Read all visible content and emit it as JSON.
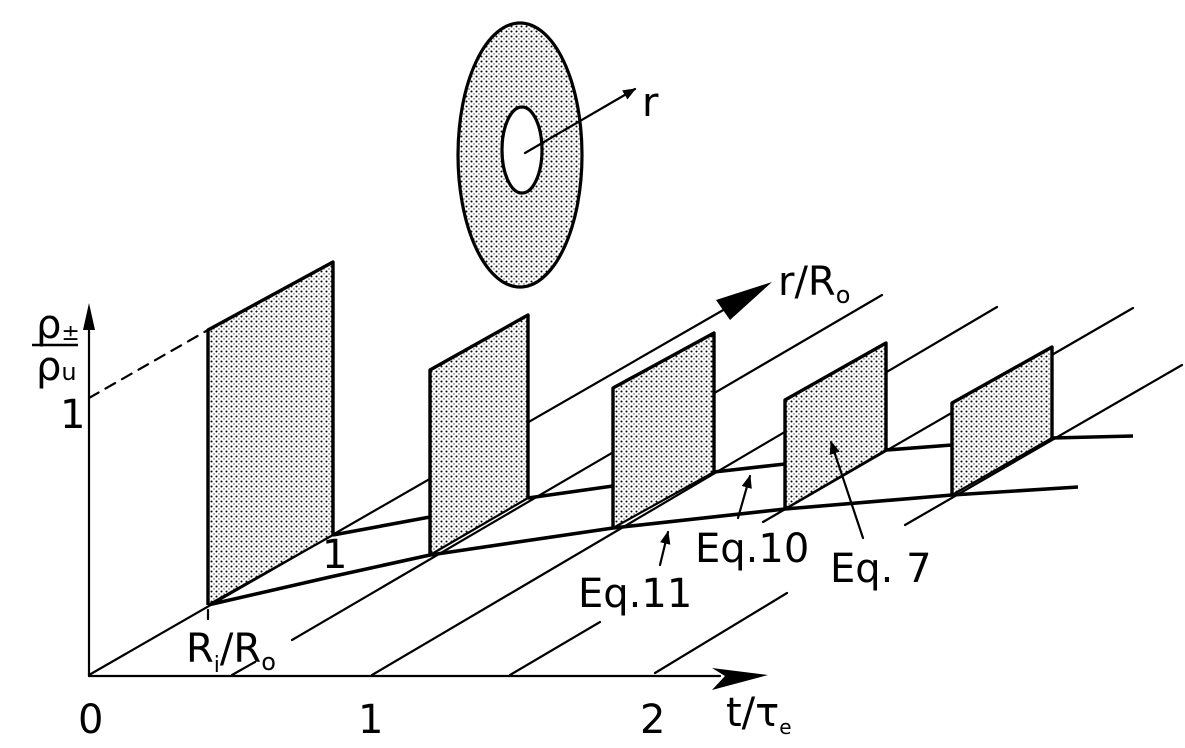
{
  "diagram": {
    "y_axis_label": {
      "numerator": "ρ",
      "numerator_sub": "±",
      "denominator": "ρ",
      "denominator_sub": "u"
    },
    "y_tick": "1",
    "x_axis_label": {
      "main": "t/τ",
      "sub": "e"
    },
    "x_ticks": [
      "0",
      "1",
      "2"
    ],
    "r_axis_label": {
      "main": "r/R",
      "sub": "o"
    },
    "inner_radius_label": {
      "main1": "R",
      "sub1": "i",
      "slash": "/",
      "main2": "R",
      "sub2": "o"
    },
    "r_tick": "1",
    "annulus_radius_label": "r",
    "annotations": [
      "Eq.11",
      "Eq.10",
      "Eq. 7"
    ],
    "fill_color": "#000000"
  }
}
